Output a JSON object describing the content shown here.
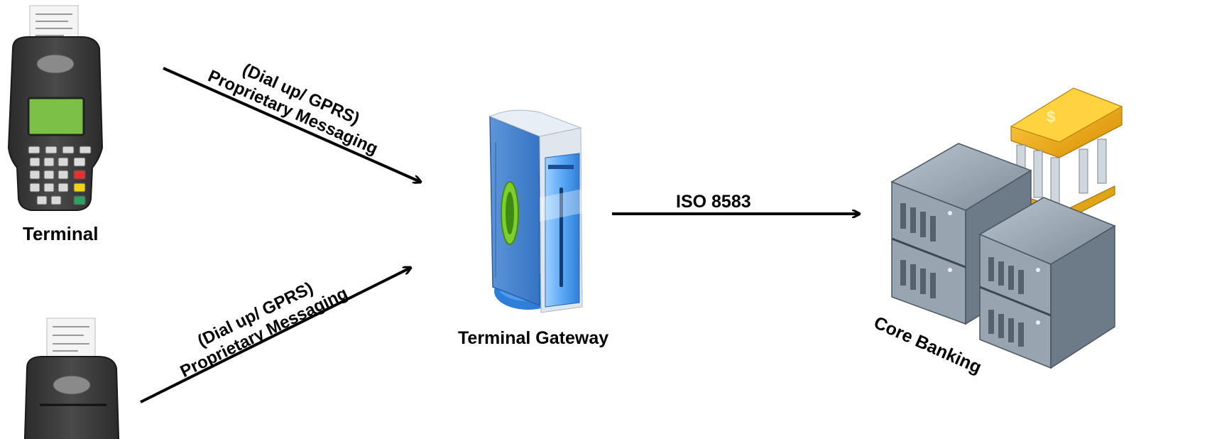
{
  "nodes": {
    "terminal": {
      "label": "Terminal"
    },
    "gateway": {
      "label": "Terminal Gateway"
    },
    "core": {
      "label": "Core Banking"
    }
  },
  "edges": {
    "upper": {
      "line1": "(Dial up/ GPRS)",
      "line2": "Proprietary Messaging"
    },
    "lower": {
      "line1": "(Dial up/ GPRS)",
      "line2": "Proprietary Messaging"
    },
    "iso": {
      "label": "ISO 8583"
    }
  },
  "icons": {
    "terminal": "pos-terminal-icon",
    "gateway": "server-tower-icon",
    "core": "bank-server-rack-icon"
  },
  "colors": {
    "terminal_body": "#3a3a3a",
    "terminal_screen": "#7cc048",
    "gateway_blue": "#3d8fe8",
    "gateway_accent": "#7ccf2c",
    "server_gray": "#8a96a3",
    "bank_gold": "#f0a818"
  }
}
